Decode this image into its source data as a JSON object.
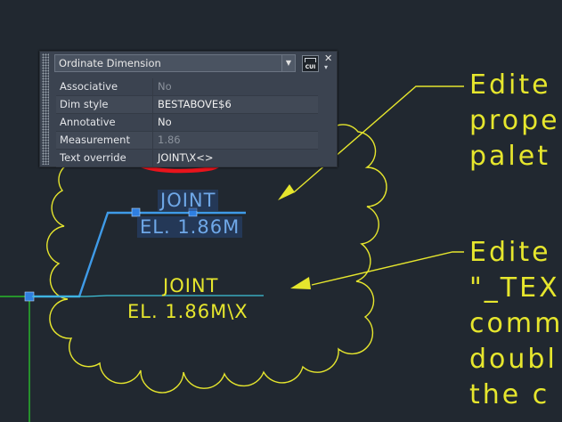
{
  "drawing": {
    "callout_top": [
      "Edite",
      "prope",
      "palet"
    ],
    "callout_bottom": [
      "Edite",
      "\"_TEX",
      "comma",
      "doubl",
      "the c"
    ],
    "dim_selected": {
      "line1": "JOINT",
      "line2": "EL. 1.86M"
    },
    "dim_edited": {
      "line1": "JOINT",
      "line2": "EL. 1.86M\\X"
    },
    "colors": {
      "background": "#212830",
      "annotation": "#e6e62d",
      "selection": "#3f9be8",
      "markup": "#e8141c",
      "ucs_green": "#2bd62b"
    }
  },
  "palette": {
    "object_type": "Ordinate Dimension",
    "cui_label": "CUI",
    "close_glyph": "✕",
    "pin_glyph": "▾",
    "properties": [
      {
        "name": "Associative",
        "value": "No",
        "dimmed": true
      },
      {
        "name": "Dim style",
        "value": "BESTABOVE$6",
        "dimmed": false
      },
      {
        "name": "Annotative",
        "value": "No",
        "dimmed": false
      },
      {
        "name": "Measurement",
        "value": "1.86",
        "dimmed": true
      },
      {
        "name": "Text override",
        "value": "JOINT\\X<>",
        "dimmed": false
      }
    ]
  }
}
